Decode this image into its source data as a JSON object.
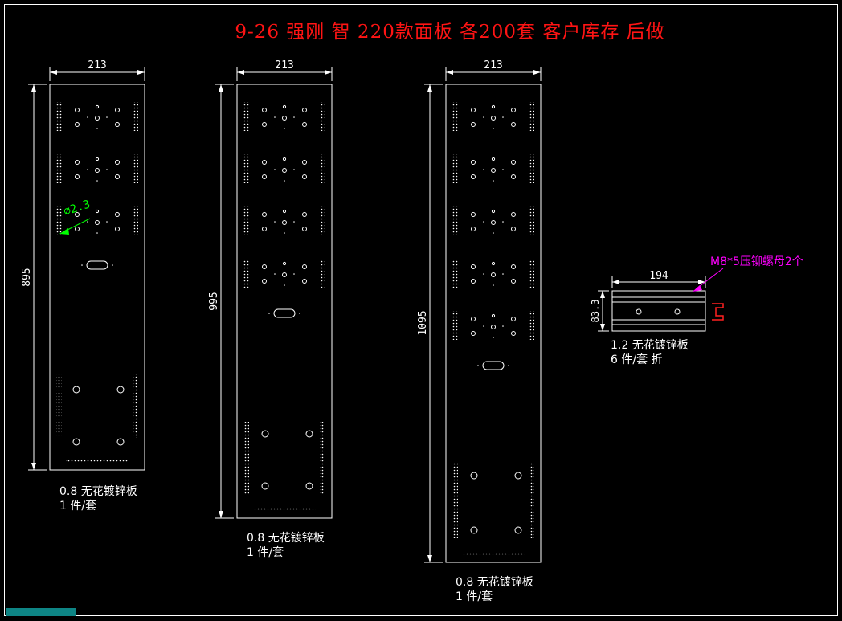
{
  "title": "9-26 强刚 智 220款面板 各200套 客户库存 后做",
  "colors": {
    "background": "#000000",
    "line": "#ffffff",
    "title_red": "#ff1414",
    "hole_callout_green": "#00ff00",
    "rivet_note_magenta": "#ff00ff",
    "fold_symbol_red": "#ff2020",
    "statusbar_cyan": "#0e8585"
  },
  "panels": [
    {
      "width_dim": "213",
      "height_dim": "895",
      "hole_callout": "∅2.3",
      "material": "0.8 无花镀锌板",
      "quantity": "1 件/套"
    },
    {
      "width_dim": "213",
      "height_dim": "995",
      "material": "0.8 无花镀锌板",
      "quantity": "1 件/套"
    },
    {
      "width_dim": "213",
      "height_dim": "1095",
      "material": "0.8 无花镀锌板",
      "quantity": "1 件/套"
    }
  ],
  "bracket": {
    "width_dim": "194",
    "height_dim": "83.3",
    "rivet_note": "M8*5压铆螺母2个",
    "material": "1.2 无花镀锌板",
    "quantity": "6 件/套 折"
  }
}
